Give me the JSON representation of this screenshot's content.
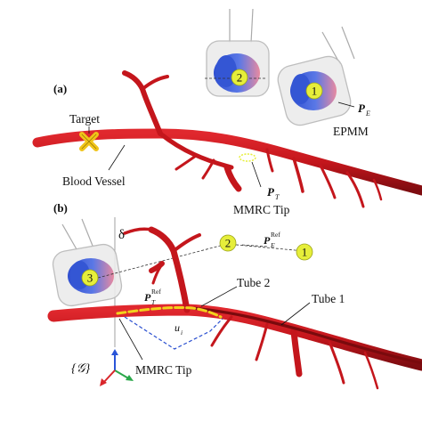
{
  "panels": {
    "a": {
      "tag": "(a)"
    },
    "b": {
      "tag": "(b)"
    }
  },
  "labels": {
    "target": "Target",
    "blood_vessel": "Blood Vessel",
    "epmm": "EPMM",
    "pe_main": "P",
    "pe_sub": "E",
    "pt_main": "P",
    "pt_sub": "T",
    "mmrc_tip_a": "MMRC Tip",
    "delta": "δ",
    "pe_ref_main": "P",
    "pe_ref_sub": "E",
    "pe_ref_sup": "Ref",
    "pt_ref_main": "P",
    "pt_ref_sub": "T",
    "pt_ref_sup": "Ref",
    "tube2": "Tube 2",
    "tube1": "Tube 1",
    "u_main": "u",
    "u_sub": "i",
    "mmrc_tip_b": "MMRC Tip",
    "frame": "{𝒢}"
  },
  "markers": {
    "m1_a": "1",
    "m2_a": "2",
    "m1_b": "1",
    "m2_b": "2",
    "m3_b": "3"
  },
  "colors": {
    "vessel": "#c4161c",
    "vessel_dark": "#8e0f13",
    "marker": "#e6ee3a",
    "target": "#f0c419",
    "tube2": "#f2d21c",
    "tube1": "#7a0a0d",
    "magnet_blue": "#3b5bd8",
    "magnet_pink": "#e88aa0",
    "dashed_blue": "#2a4fd0",
    "axis_x": "#d9262b",
    "axis_y": "#2aa84a",
    "axis_z": "#2a55d8"
  }
}
